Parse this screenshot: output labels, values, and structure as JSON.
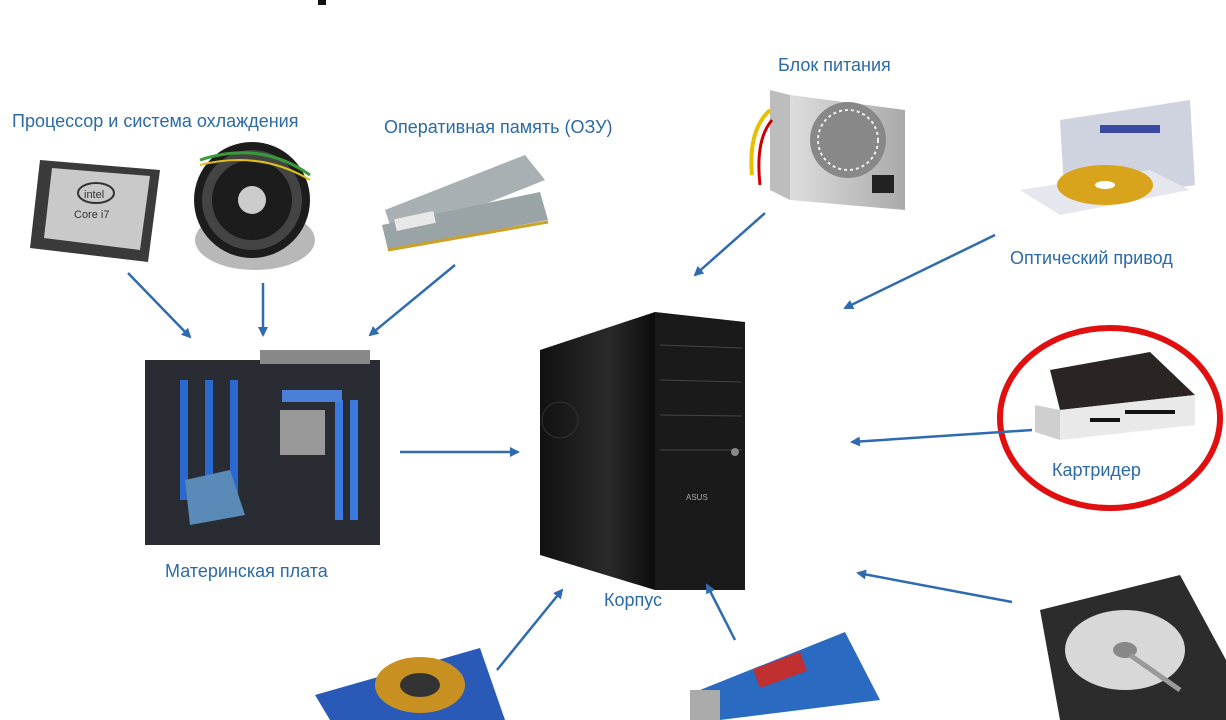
{
  "labels": {
    "cpu_cooling": "Процессор и система охлаждения",
    "ram": "Оперативная память (ОЗУ)",
    "psu": "Блок питания",
    "optical": "Оптический привод",
    "cardreader": "Картридер",
    "motherboard": "Материнская плата",
    "case": "Корпус"
  },
  "colors": {
    "label": "#2b6aa6",
    "arrow": "#2e6bb0",
    "highlight": "#e01010"
  }
}
